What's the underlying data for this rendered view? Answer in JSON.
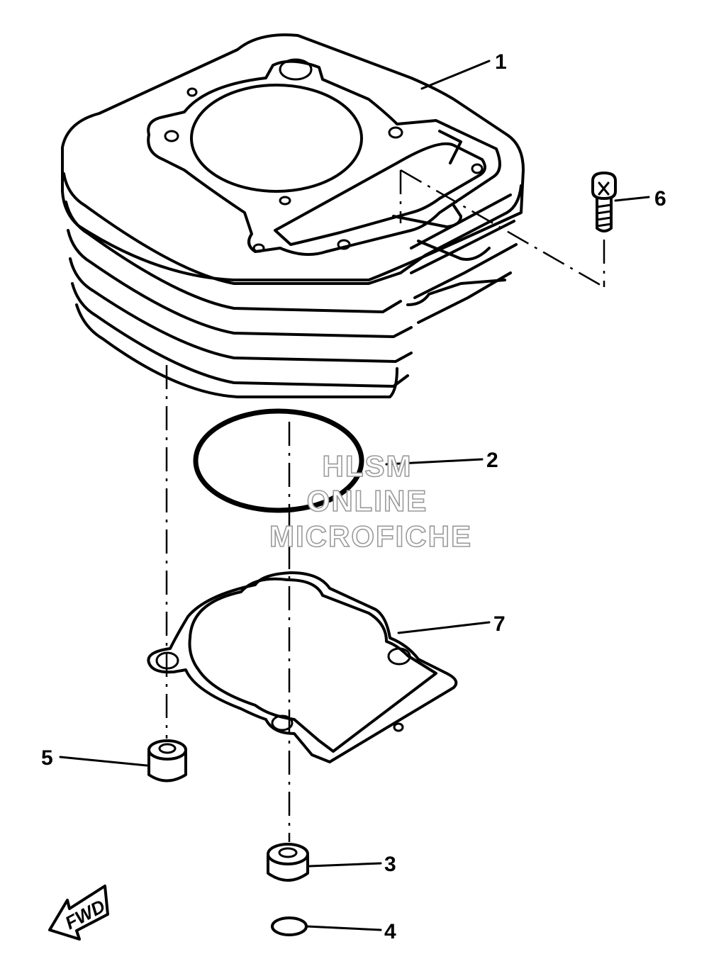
{
  "callouts": [
    "1",
    "2",
    "3",
    "4",
    "5",
    "6",
    "7"
  ],
  "watermark": {
    "line1": "HLSM",
    "line2": "ONLINE",
    "line3": "MICROFICHE"
  },
  "direction_label": "FWD"
}
